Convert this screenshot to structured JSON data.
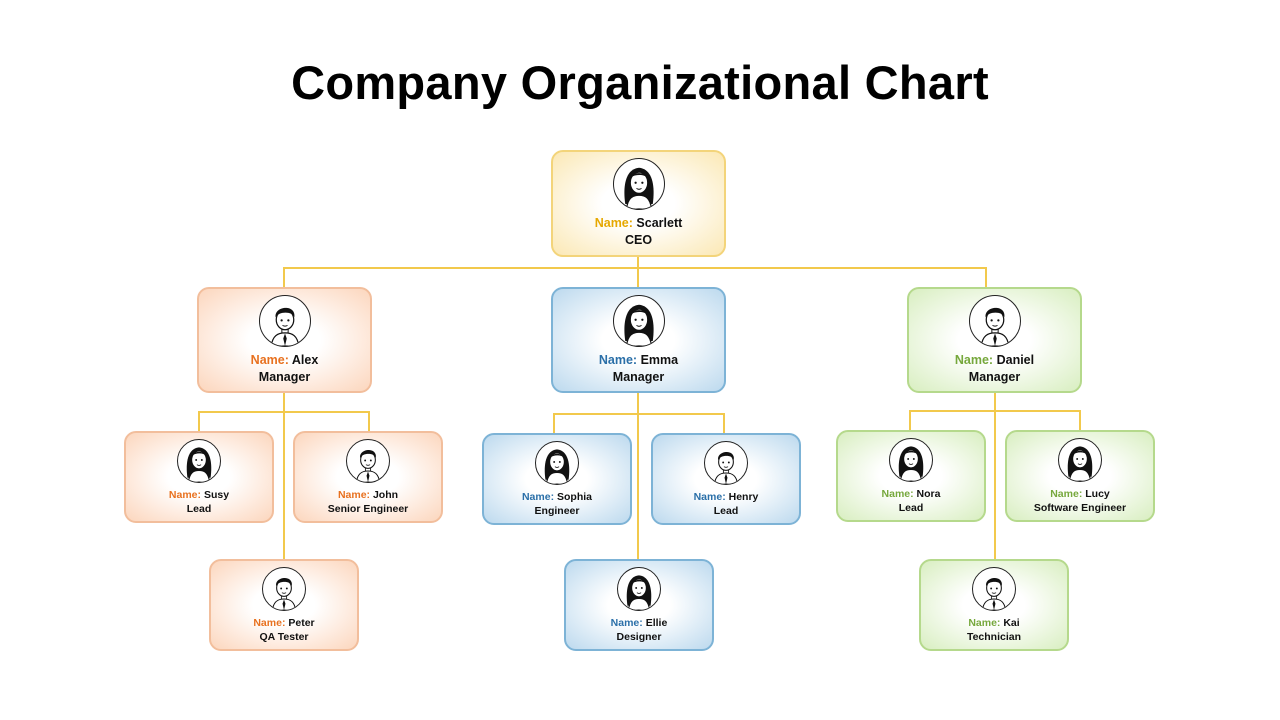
{
  "title": "Company Organizational Chart",
  "name_label": "Name:",
  "colors": {
    "connector": "#f2c94c",
    "ceo": "#e6a800",
    "alex_team": "#e8711f",
    "emma_team": "#2a6fa8",
    "daniel_team": "#76a83c"
  },
  "nodes": {
    "scarlett": {
      "name": "Scarlett",
      "role": "CEO",
      "avatar": "woman-long-hair-icon"
    },
    "alex": {
      "name": "Alex",
      "role": "Manager",
      "avatar": "man-icon"
    },
    "emma": {
      "name": "Emma",
      "role": "Manager",
      "avatar": "woman-ponytail-icon"
    },
    "daniel": {
      "name": "Daniel",
      "role": "Manager",
      "avatar": "man-icon"
    },
    "susy": {
      "name": "Susy",
      "role": "Lead",
      "avatar": "woman-long-hair-icon"
    },
    "john": {
      "name": "John",
      "role": "Senior Engineer",
      "avatar": "man-icon"
    },
    "peter": {
      "name": "Peter",
      "role": "QA Tester",
      "avatar": "man-icon"
    },
    "sophia": {
      "name": "Sophia",
      "role": "Engineer",
      "avatar": "woman-long-hair-icon"
    },
    "henry": {
      "name": "Henry",
      "role": "Lead",
      "avatar": "man-icon"
    },
    "ellie": {
      "name": "Ellie",
      "role": "Designer",
      "avatar": "woman-long-hair-icon"
    },
    "nora": {
      "name": "Nora",
      "role": "Lead",
      "avatar": "woman-long-hair-icon"
    },
    "lucy": {
      "name": "Lucy",
      "role": "Software Engineer",
      "avatar": "woman-long-hair-icon"
    },
    "kai": {
      "name": "Kai",
      "role": "Technician",
      "avatar": "man-icon"
    }
  },
  "hierarchy": {
    "scarlett": [
      "alex",
      "emma",
      "daniel"
    ],
    "alex": [
      "susy",
      "john",
      "peter"
    ],
    "emma": [
      "sophia",
      "henry",
      "ellie"
    ],
    "daniel": [
      "nora",
      "lucy",
      "kai"
    ]
  }
}
